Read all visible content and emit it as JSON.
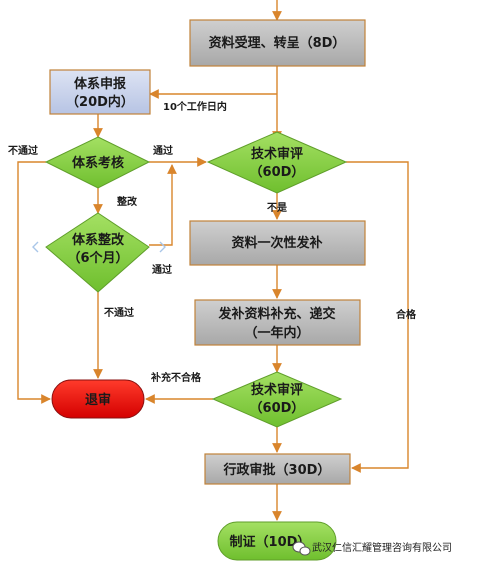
{
  "nodes": {
    "accept": "资料受理、转呈（8D）",
    "apply_l1": "体系申报",
    "apply_l2": "（20D内）",
    "review": "体系考核",
    "tech1_l1": "技术审评",
    "tech1_l2": "（60D）",
    "rectify_l1": "体系整改",
    "rectify_l2": "（6个月）",
    "supplement_once": "资料一次性发补",
    "resubmit_l1": "发补资料补充、递交",
    "resubmit_l2": "（一年内）",
    "reject": "退审",
    "tech2_l1": "技术审评",
    "tech2_l2": "（60D）",
    "approve": "行政审批（30D）",
    "certify": "制证（10D）"
  },
  "edges": {
    "ten_days": "10个工作日内",
    "fail1": "不通过",
    "pass1": "通过",
    "rectify": "整改",
    "pass2": "通过",
    "fail2": "不通过",
    "not_ok": "不是",
    "qualified": "合格",
    "supp_fail": "补充不合格"
  },
  "watermark": "武汉仁信汇耀管理咨询有限公司",
  "colors": {
    "gray_box": "#b4b4b4",
    "blue_box": "#c9d3ea",
    "green": "#8cd24a",
    "red": "#f20000",
    "line": "#d9852c"
  }
}
